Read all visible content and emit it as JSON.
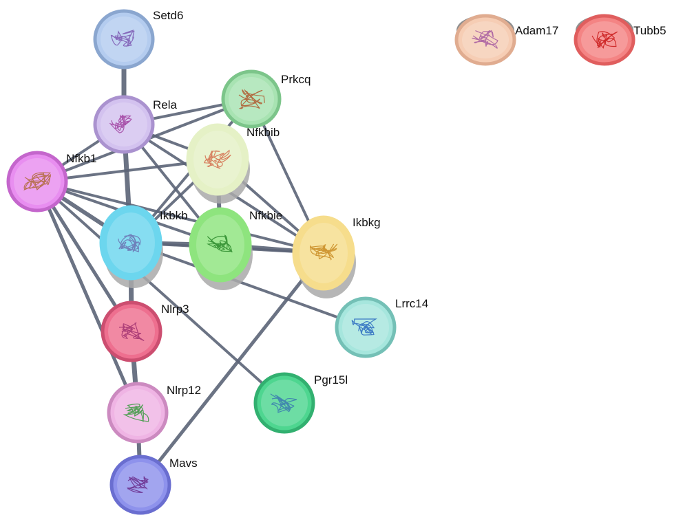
{
  "network": {
    "nodes": [
      {
        "id": "setd6",
        "label": "Setd6",
        "color": "#b4ccef",
        "rim": "#8aa6cf",
        "glyph": "#7a55b0"
      },
      {
        "id": "rela",
        "label": "Rela",
        "color": "#d3c2ef",
        "rim": "#aa92cf",
        "glyph": "#a040a0"
      },
      {
        "id": "prkcq",
        "label": "Prkcq",
        "color": "#a8e3b2",
        "rim": "#7cc58a",
        "glyph": "#b0552a"
      },
      {
        "id": "nfkbib",
        "label": "Nfkbib",
        "color": "#e5f1c6",
        "rim": "#e5f1c6",
        "glyph": "#d46a4a"
      },
      {
        "id": "nfkb1",
        "label": "Nfkb1",
        "color": "#e88ef0",
        "rim": "#c466cc",
        "glyph": "#b06a3a"
      },
      {
        "id": "ikbkb",
        "label": "Ikbkb",
        "color": "#6cd6ee",
        "rim": "#6cd6ee",
        "glyph": "#6a70b0"
      },
      {
        "id": "nfkbie",
        "label": "Nfkbie",
        "color": "#8ee47e",
        "rim": "#8ee47e",
        "glyph": "#2c8a2c"
      },
      {
        "id": "ikbkg",
        "label": "Ikbkg",
        "color": "#f6dd8c",
        "rim": "#f6dd8c",
        "glyph": "#c88a20"
      },
      {
        "id": "lrrc14",
        "label": "Lrrc14",
        "color": "#a6e6dd",
        "rim": "#74c0b6",
        "glyph": "#2a6ac0"
      },
      {
        "id": "nlrp3",
        "label": "Nlrp3",
        "color": "#ee6f8f",
        "rim": "#cc4e70",
        "glyph": "#a03070"
      },
      {
        "id": "pgr15l",
        "label": "Pgr15l",
        "color": "#4ed690",
        "rim": "#32b070",
        "glyph": "#3a7ab0"
      },
      {
        "id": "nlrp12",
        "label": "Nlrp12",
        "color": "#efb4e4",
        "rim": "#cc8ac0",
        "glyph": "#3a9a40"
      },
      {
        "id": "mavs",
        "label": "Mavs",
        "color": "#8e92ec",
        "rim": "#6a6ed0",
        "glyph": "#6a2a8a"
      },
      {
        "id": "adam17",
        "label": "Adam17",
        "color": "#f6cdb4",
        "rim": "#e0ac90",
        "glyph": "#a65aa0"
      },
      {
        "id": "tubb5",
        "label": "Tubb5",
        "color": "#f48484",
        "rim": "#e05e5e",
        "glyph": "#c81818"
      }
    ],
    "edges": [
      {
        "source": "setd6",
        "target": "rela"
      },
      {
        "source": "rela",
        "target": "prkcq"
      },
      {
        "source": "rela",
        "target": "nfkbib"
      },
      {
        "source": "rela",
        "target": "nfkb1"
      },
      {
        "source": "rela",
        "target": "ikbkb"
      },
      {
        "source": "rela",
        "target": "nfkbie"
      },
      {
        "source": "rela",
        "target": "ikbkg"
      },
      {
        "source": "prkcq",
        "target": "nfkb1"
      },
      {
        "source": "prkcq",
        "target": "ikbkg"
      },
      {
        "source": "prkcq",
        "target": "ikbkb"
      },
      {
        "source": "nfkbib",
        "target": "nfkb1"
      },
      {
        "source": "nfkbib",
        "target": "ikbkb"
      },
      {
        "source": "nfkbib",
        "target": "nfkbie"
      },
      {
        "source": "nfkbib",
        "target": "ikbkg"
      },
      {
        "source": "nfkb1",
        "target": "ikbkb"
      },
      {
        "source": "nfkb1",
        "target": "nfkbie"
      },
      {
        "source": "nfkb1",
        "target": "ikbkg"
      },
      {
        "source": "nfkb1",
        "target": "nlrp3"
      },
      {
        "source": "nfkb1",
        "target": "nlrp12"
      },
      {
        "source": "nfkb1",
        "target": "pgr15l"
      },
      {
        "source": "ikbkb",
        "target": "nfkbie"
      },
      {
        "source": "ikbkb",
        "target": "ikbkg"
      },
      {
        "source": "ikbkb",
        "target": "nlrp3"
      },
      {
        "source": "ikbkb",
        "target": "lrrc14"
      },
      {
        "source": "nfkbie",
        "target": "ikbkg"
      },
      {
        "source": "nlrp3",
        "target": "nlrp12"
      },
      {
        "source": "nlrp12",
        "target": "mavs"
      },
      {
        "source": "ikbkg",
        "target": "mavs"
      }
    ]
  }
}
